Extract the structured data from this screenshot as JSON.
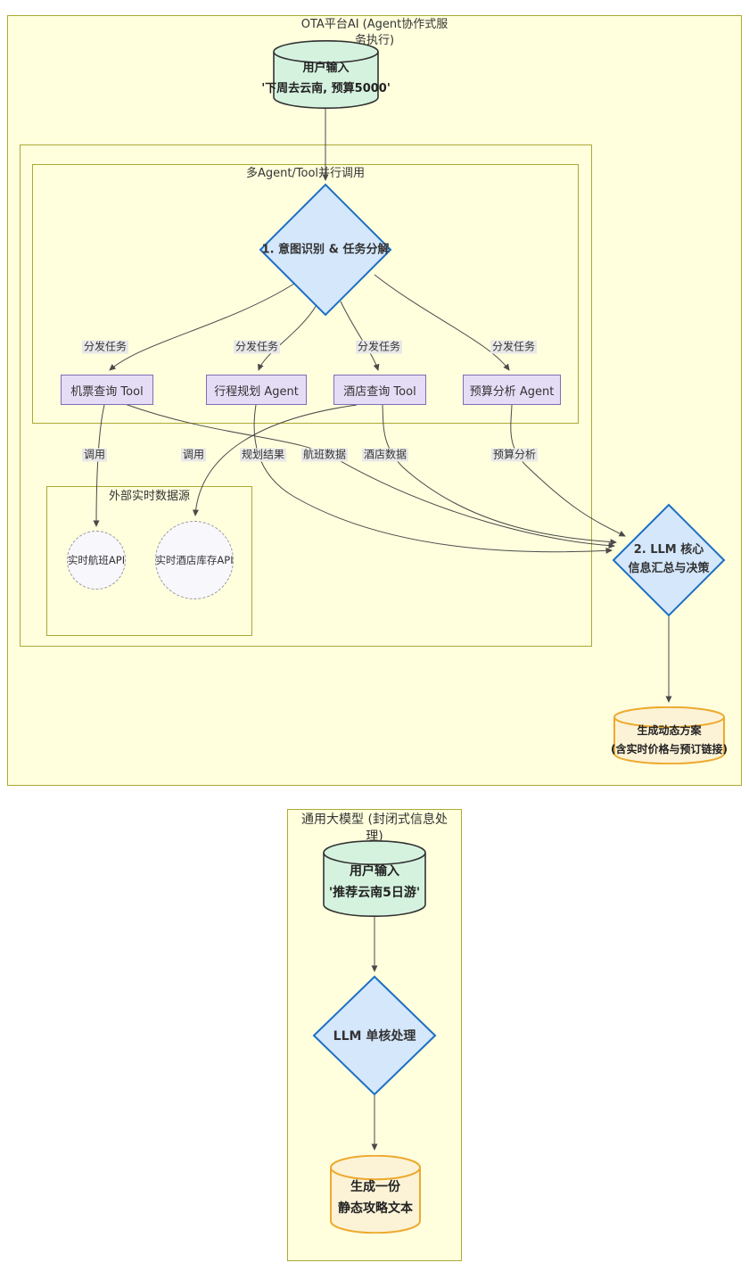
{
  "colors": {
    "box_fill": "#ffffde",
    "box_border": "#aaaa33",
    "input_fill": "#d5f2df",
    "input_border": "#333333",
    "diamond_fill": "#d4e7fb",
    "diamond_border": "#1d6fc4",
    "agent_fill": "#e5ddf6",
    "agent_border": "#7d6fb5",
    "api_fill": "#f7f7fc",
    "api_border": "#999999",
    "output_fill": "#fcf3d7",
    "output_border": "#edaa2e",
    "edge": "#4a4a4a",
    "edge_label_bg": "#e8e8e8",
    "text": "#333333"
  },
  "ota": {
    "title_line1": "OTA平台AI (Agent协作式服",
    "title_line2": "务执行)",
    "input_cylinder": {
      "line1": "用户输入",
      "line2": "'下周去云南, 预算5000'"
    },
    "parallel_box": {
      "title": "多Agent/Tool并行调用"
    },
    "intent_diamond": {
      "label": "1. 意图识别 & 任务分解"
    },
    "dispatch_label": "分发任务",
    "agents": [
      "机票查询 Tool",
      "行程规划 Agent",
      "酒店查询 Tool",
      "预算分析 Agent"
    ],
    "call_label": "调用",
    "result_labels": {
      "plan": "规划结果",
      "flight": "航班数据",
      "hotel": "酒店数据",
      "budget": "预算分析"
    },
    "external_box": {
      "title": "外部实时数据源",
      "apis": [
        "实时航班API",
        "实时酒店库存API"
      ]
    },
    "llm_diamond": {
      "line1": "2. LLM 核心",
      "line2": "信息汇总与决策"
    },
    "output_cylinder": {
      "line1": "生成动态方案",
      "line2": "(含实时价格与预订链接)"
    }
  },
  "generic": {
    "title_line1": "通用大模型 (封闭式信息处",
    "title_line2": "理)",
    "input_cylinder": {
      "line1": "用户输入",
      "line2": "'推荐云南5日游'"
    },
    "llm_diamond": {
      "label": "LLM 单核处理"
    },
    "output_cylinder": {
      "line1": "生成一份",
      "line2": "静态攻略文本"
    }
  }
}
